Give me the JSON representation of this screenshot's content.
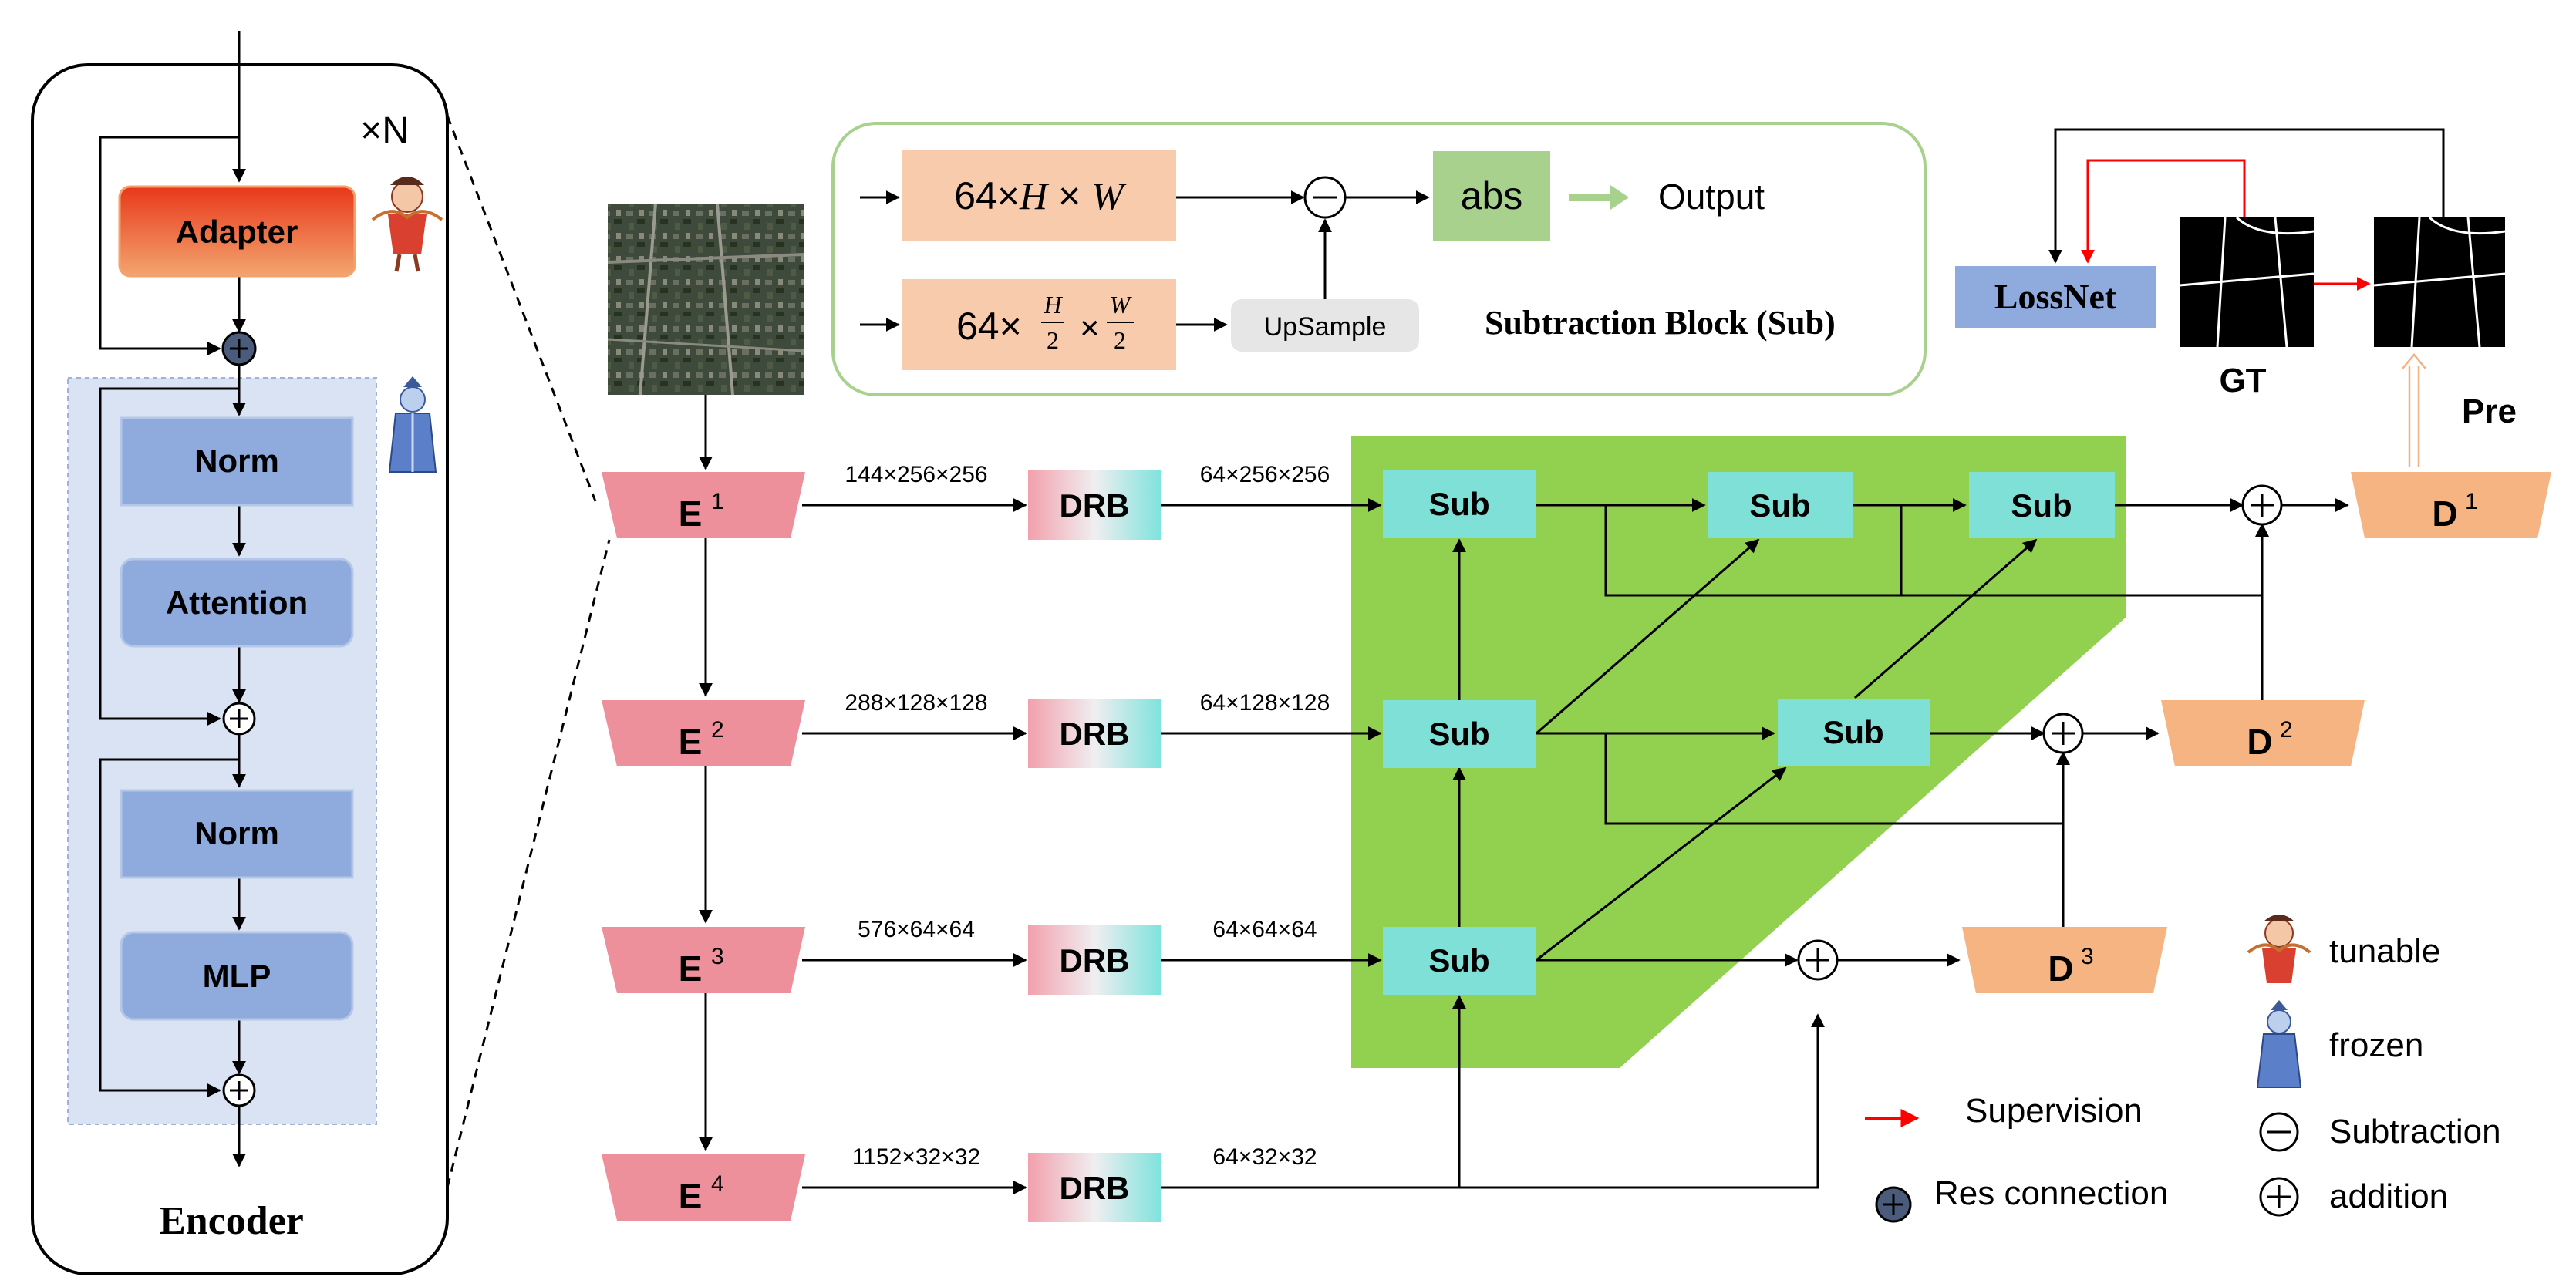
{
  "encoder": {
    "repeat": "×N",
    "adapter": "Adapter",
    "norm1": "Norm",
    "attention": "Attention",
    "norm2": "Norm",
    "mlp": "MLP",
    "title": "Encoder"
  },
  "encoders": [
    "E",
    "E",
    "E",
    "E"
  ],
  "encoder_sup": [
    "1",
    "2",
    "3",
    "4"
  ],
  "encoder_dims": [
    "144×256×256",
    "288×128×128",
    "576×64×64",
    "1152×32×32"
  ],
  "drb_label": "DRB",
  "drb_dims": [
    "64×256×256",
    "64×128×128",
    "64×64×64",
    "64×32×32"
  ],
  "sub_label": "Sub",
  "decoders": [
    "D",
    "D",
    "D"
  ],
  "decoder_sup": [
    "1",
    "2",
    "3"
  ],
  "subtraction_block": {
    "in1_prefix": "64×",
    "in1_H": "H",
    "in1_W": "W",
    "in2_prefix": "64×",
    "H": "H",
    "W": "W",
    "two": "2",
    "upsample": "UpSample",
    "abs": "abs",
    "output": "Output",
    "title": "Subtraction Block (Sub)"
  },
  "lossnet": "LossNet",
  "gt": "GT",
  "pre": "Pre",
  "legend": {
    "tunable": "tunable",
    "frozen": "frozen",
    "supervision": "Supervision",
    "subtraction": "Subtraction",
    "res_connection": "Res connection",
    "addition": "addition"
  },
  "colors": {
    "encoder_pink": "#ee8f9c",
    "drb_pink": "#f2a0ac",
    "drb_cyan": "#7fe3dd",
    "sub_cyan": "#7fe0d8",
    "green_region": "#92d050",
    "decoder_orange": "#f6b482",
    "block_blue": "#8faadc",
    "frozen_panel": "#dae3f3",
    "adapter_red": "#e83a1c",
    "abs_green": "#a9d18e",
    "input_peach": "#f8cbad",
    "supervision_red": "#ff0000",
    "sub_border_green": "#a9d18e"
  }
}
